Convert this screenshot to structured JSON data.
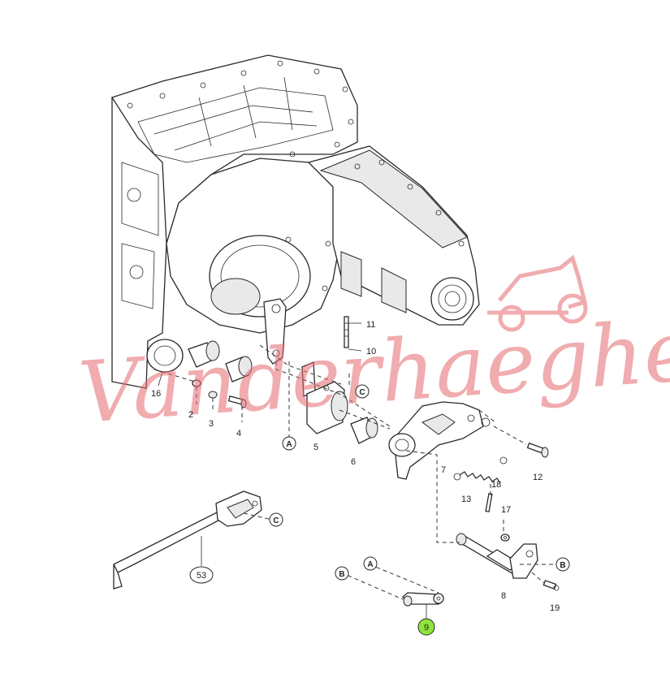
{
  "diagram": {
    "watermark_text": "Vanderhaeghen",
    "highlight_color": "#8ee63c",
    "watermark_color": "#e46a6f",
    "part_numbers": [
      "2",
      "3",
      "4",
      "5",
      "6",
      "7",
      "8",
      "9",
      "10",
      "11",
      "12",
      "13",
      "16",
      "17",
      "18",
      "19",
      "53"
    ],
    "callouts": [
      "A",
      "B",
      "C"
    ],
    "highlighted_part": "9"
  }
}
